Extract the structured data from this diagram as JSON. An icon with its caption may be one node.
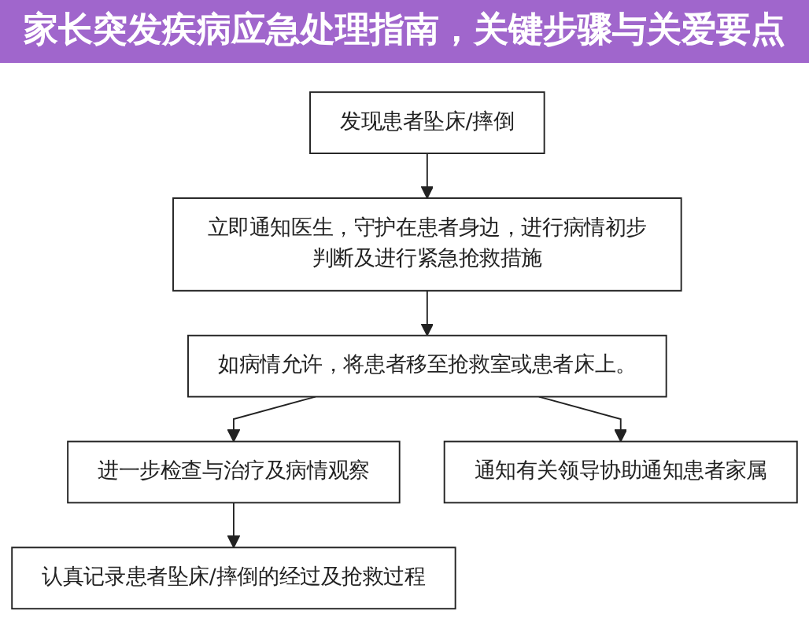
{
  "diagram": {
    "title": "家长突发疾病应急处理指南，关键步骤与关爱要点",
    "nodes": [
      {
        "text": [
          "发现患者坠床/摔倒"
        ]
      },
      {
        "text": [
          "立即通知医生，守护在患者身边，进行病情初步判断及进行紧急抢救措施"
        ]
      },
      {
        "text": [
          "如病情允许，将患者移至抢救室或患者床上。"
        ]
      },
      {
        "text": [
          "进一步检查与治疗及病情观察"
        ]
      },
      {
        "text": [
          "通知有关领导协助通知患者家属"
        ]
      },
      {
        "text": [
          "认真记录患者坠床/摔倒的经过及抢救过程"
        ]
      }
    ],
    "edges": [
      {
        "from": 0,
        "to": 1,
        "arrow": "to"
      },
      {
        "from": 1,
        "to": 2,
        "arrow": "to"
      },
      {
        "from": 2,
        "to": 3,
        "arrow": "to"
      },
      {
        "from": 2,
        "to": 4,
        "arrow": "to"
      },
      {
        "from": 3,
        "to": 5,
        "arrow": "to"
      }
    ]
  }
}
